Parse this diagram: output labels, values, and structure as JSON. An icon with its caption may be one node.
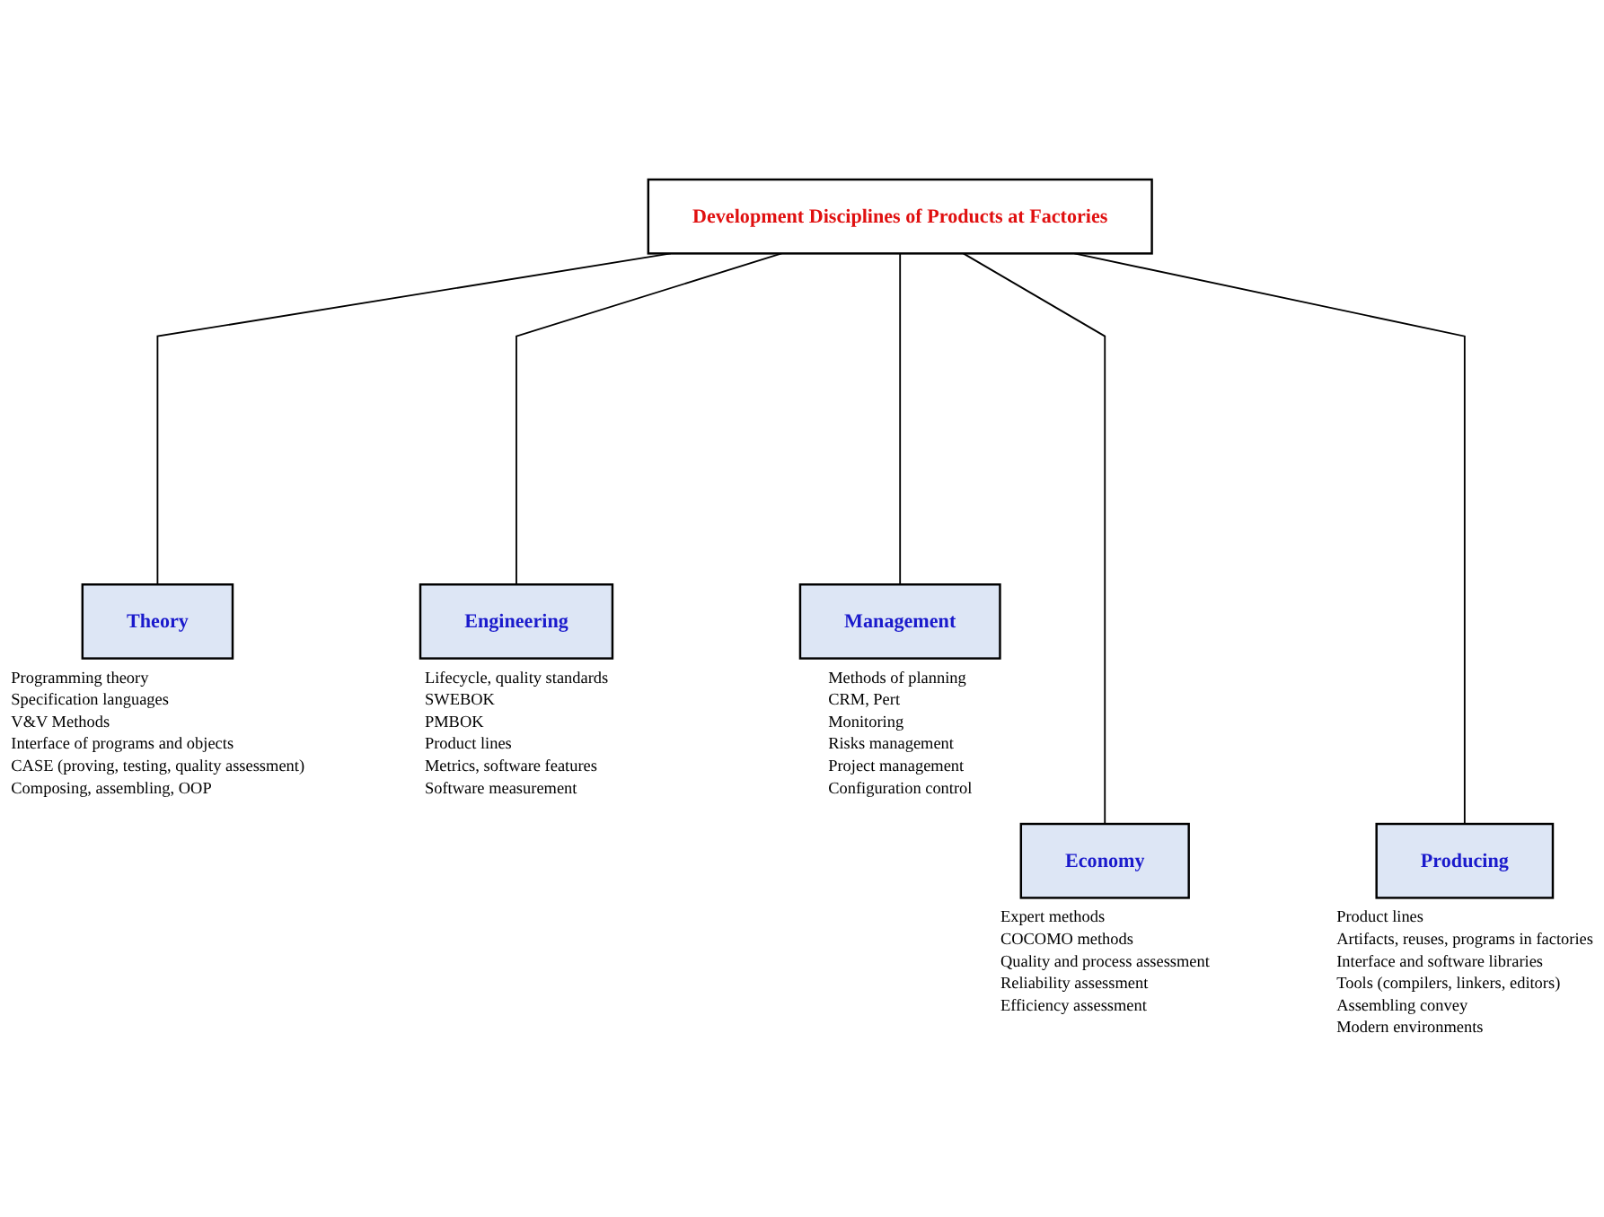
{
  "diagram": {
    "nodes": [
      {
        "text": [
          "Development Disciplines  of Products at Factories"
        ]
      },
      {
        "text": [
          "Theory"
        ],
        "beside": [
          "Programming theory",
          "Specification languages",
          "V&V Methods",
          "Interface of programs and objects",
          "CASE (proving, testing, quality assessment)",
          "Composing, assembling, OOP"
        ]
      },
      {
        "text": [
          "Engineering"
        ],
        "beside": [
          "Lifecycle, quality standards",
          "SWEBOK",
          "PMBOK",
          "Product lines",
          "Metrics, software features",
          "Software measurement"
        ]
      },
      {
        "text": [
          "Management"
        ],
        "beside": [
          "Methods of planning",
          "CRM, Pert",
          "Monitoring",
          "Risks management",
          "Project management",
          "Configuration control"
        ]
      },
      {
        "text": [
          "Economy"
        ],
        "beside": [
          "Expert methods",
          "COCOMO methods",
          "Quality and process assessment",
          "Reliability assessment",
          "Efficiency assessment"
        ]
      },
      {
        "text": [
          "Producing"
        ],
        "beside": [
          "Product lines",
          "Artifacts, reuses, programs in factories",
          "Interface and software libraries",
          "Tools (compilers, linkers, editors)",
          "Assembling convey",
          "Modern environments"
        ]
      }
    ],
    "edges": [
      {
        "from": 0,
        "to": 1,
        "arrow": "none"
      },
      {
        "from": 0,
        "to": 2,
        "arrow": "none"
      },
      {
        "from": 0,
        "to": 3,
        "arrow": "none"
      },
      {
        "from": 0,
        "to": 4,
        "arrow": "none"
      },
      {
        "from": 0,
        "to": 5,
        "arrow": "none"
      }
    ]
  }
}
